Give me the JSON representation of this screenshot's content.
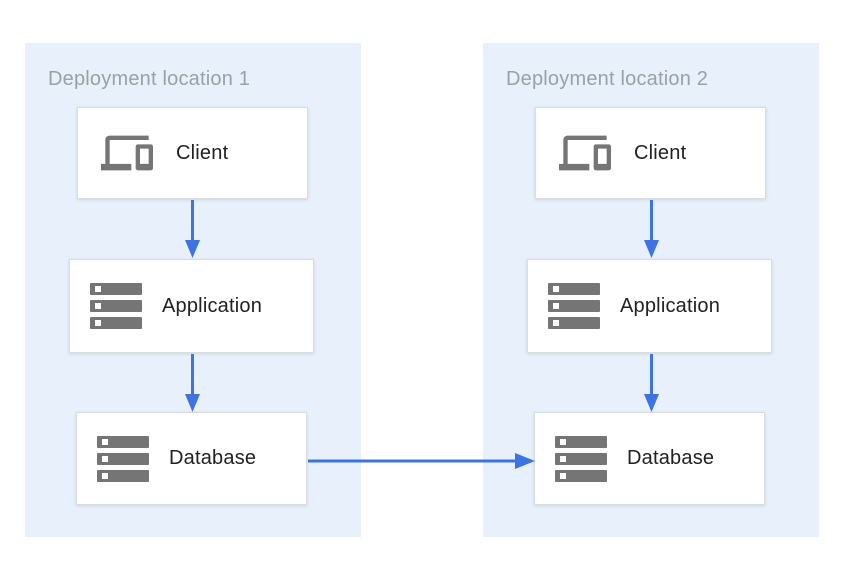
{
  "diagram": {
    "panels": [
      {
        "title": "Deployment location 1",
        "nodes": [
          {
            "label": "Client",
            "icon": "devices-icon"
          },
          {
            "label": "Application",
            "icon": "storage-icon"
          },
          {
            "label": "Database",
            "icon": "storage-icon"
          }
        ]
      },
      {
        "title": "Deployment location 2",
        "nodes": [
          {
            "label": "Client",
            "icon": "devices-icon"
          },
          {
            "label": "Application",
            "icon": "storage-icon"
          },
          {
            "label": "Database",
            "icon": "storage-icon"
          }
        ]
      }
    ],
    "connections": [
      {
        "from": "location-1-client",
        "to": "location-1-application",
        "direction": "down"
      },
      {
        "from": "location-1-application",
        "to": "location-1-database",
        "direction": "down"
      },
      {
        "from": "location-2-client",
        "to": "location-2-application",
        "direction": "down"
      },
      {
        "from": "location-2-application",
        "to": "location-2-database",
        "direction": "down"
      },
      {
        "from": "location-1-database",
        "to": "location-2-database",
        "direction": "right"
      }
    ],
    "colors": {
      "panel_bg": "#E7F0FB",
      "arrow": "#3E73E2",
      "icon": "#757575",
      "panel_title_text": "#9AA0A6",
      "node_label_text": "#202124",
      "node_border": "#DADCE0",
      "node_bg": "#FFFFFF",
      "page_bg": "#FFFFFF"
    }
  }
}
